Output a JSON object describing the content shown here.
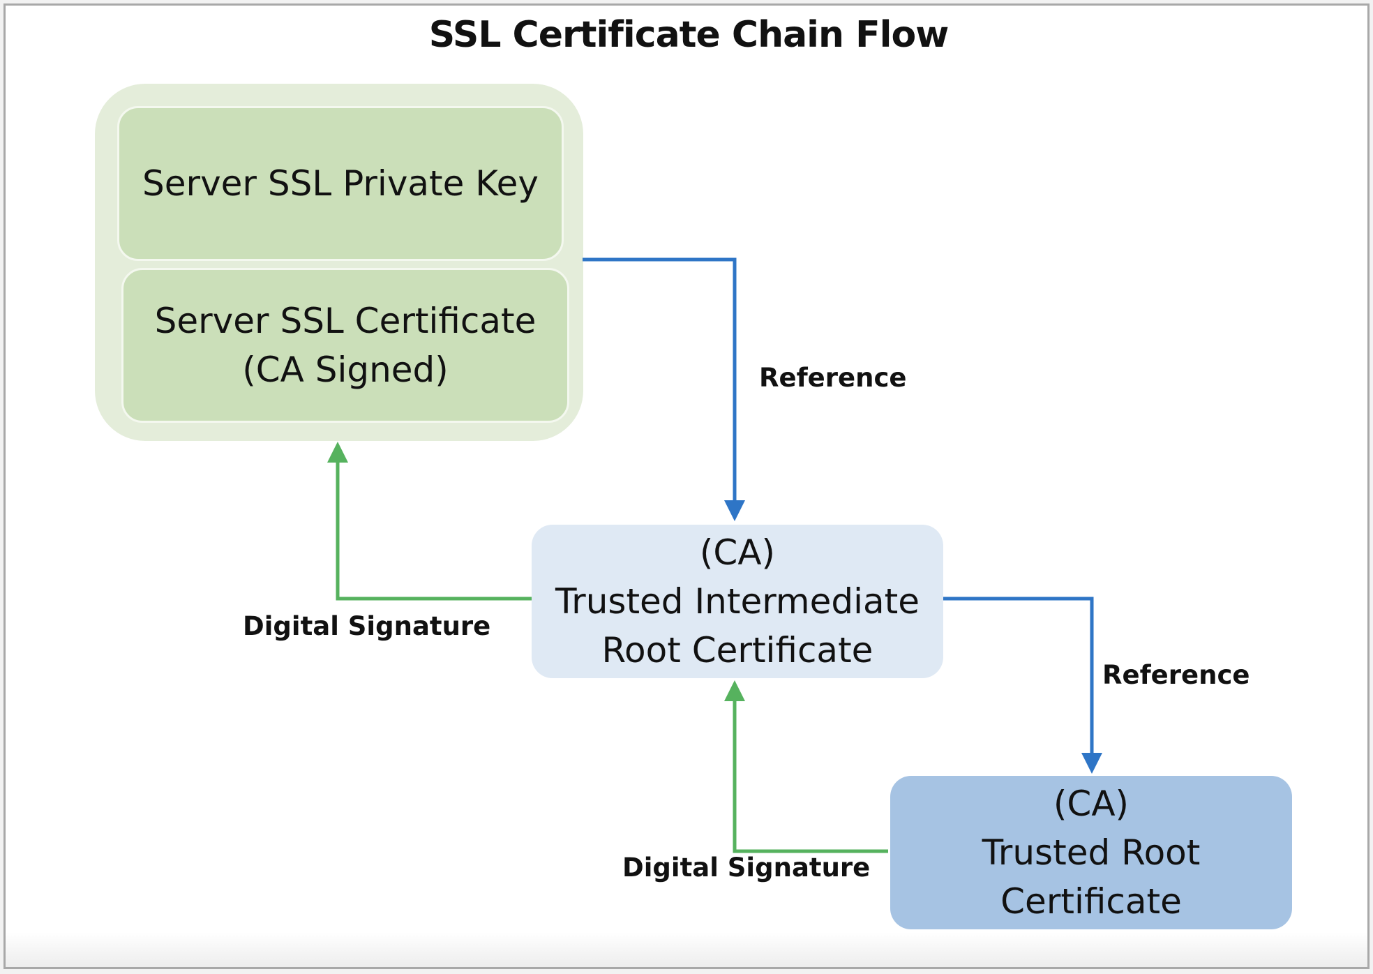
{
  "title": "SSL Certificate Chain Flow",
  "nodes": {
    "private_key": {
      "label": "Server SSL Private Key"
    },
    "server_cert": {
      "line1": "Server SSL Certificate",
      "line2": "(CA Signed)"
    },
    "intermediate": {
      "line1": "(CA)",
      "line2": "Trusted Intermediate",
      "line3": "Root Certificate"
    },
    "root": {
      "line1": "(CA)",
      "line2": "Trusted Root",
      "line3": "Certificate"
    }
  },
  "edges": {
    "ref_server_to_intermediate": {
      "label": "Reference",
      "color": "#2e75c6"
    },
    "sig_intermediate_to_server": {
      "label": "Digital Signature",
      "color": "#56b25e"
    },
    "ref_intermediate_to_root": {
      "label": "Reference",
      "color": "#2e75c6"
    },
    "sig_root_to_intermediate": {
      "label": "Digital Signature",
      "color": "#56b25e"
    }
  },
  "colors": {
    "group_background": "#e4edda",
    "server_box": "#cbdfb9",
    "intermediate_box": "#dfe9f4",
    "root_box": "#a6c3e3",
    "reference_arrow": "#2e75c6",
    "signature_arrow": "#56b25e"
  }
}
